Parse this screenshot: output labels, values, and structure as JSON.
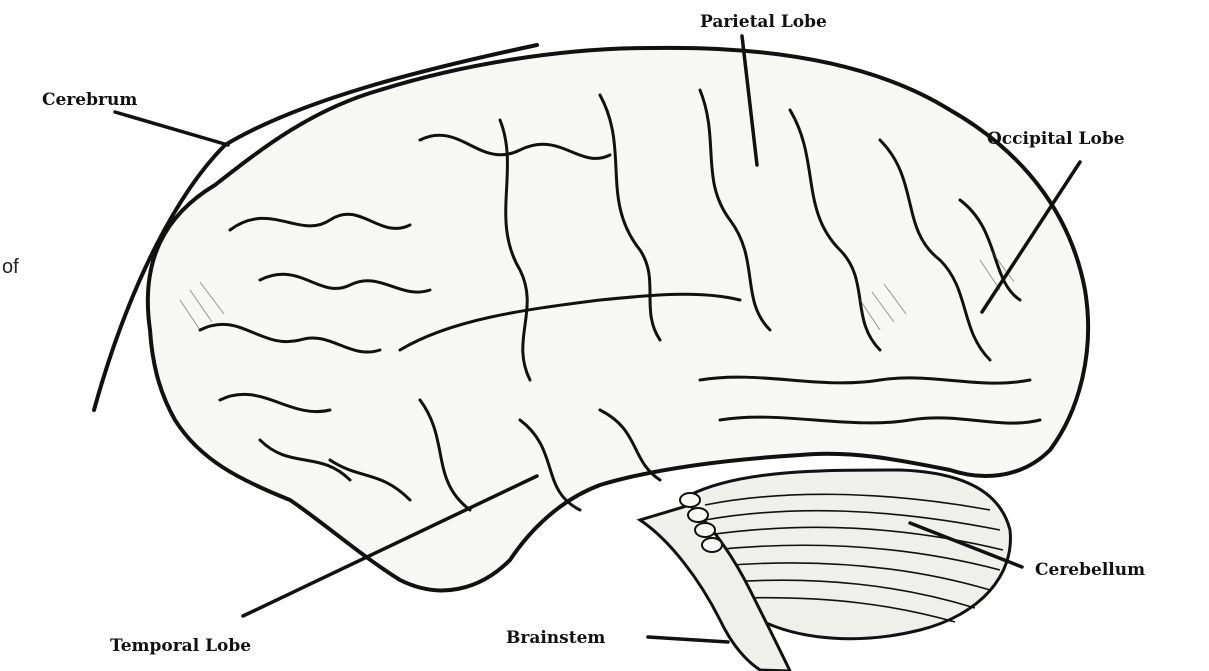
{
  "labels": {
    "cerebrum": "Cerebrum",
    "parietal_lobe": "Parietal Lobe",
    "occipital_lobe": "Occipital Lobe",
    "temporal_lobe": "Temporal Lobe",
    "brainstem": "Brainstem",
    "cerebellum": "Cerebellum"
  },
  "clipped_text": "of",
  "colors": {
    "ink": "#111111",
    "background": "#ffffff",
    "brain_fill": "#f7f7f5",
    "shade": "#e9e9e6"
  }
}
